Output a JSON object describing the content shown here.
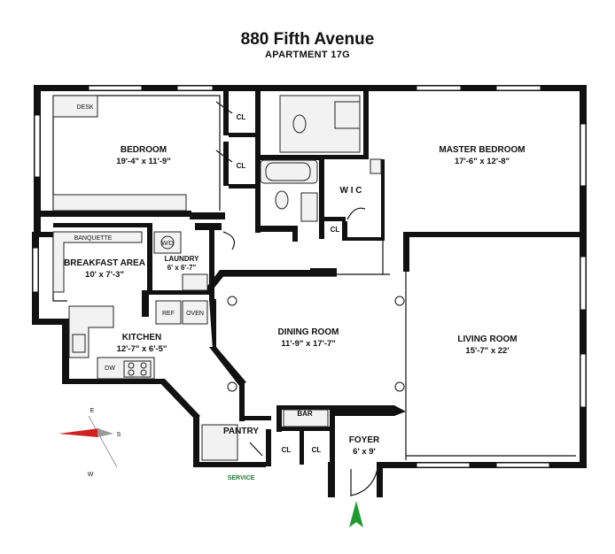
{
  "header": {
    "title": "880 Fifth Avenue",
    "subtitle": "APARTMENT 17G"
  },
  "rooms": {
    "bedroom": {
      "name": "BEDROOM",
      "dim": "19'-4\" x 11'-9\""
    },
    "master_bedroom": {
      "name": "MASTER BEDROOM",
      "dim": "17'-6\" x 12'-8\""
    },
    "breakfast_area": {
      "name": "BREAKFAST AREA",
      "dim": "10' x 7'-3\""
    },
    "laundry": {
      "name": "LAUNDRY",
      "dim": "6' x 6'-7\""
    },
    "kitchen": {
      "name": "KITCHEN",
      "dim": "12'-7\" x 6'-5\""
    },
    "dining_room": {
      "name": "DINING ROOM",
      "dim": "11'-9\" x 17'-7\""
    },
    "living_room": {
      "name": "LIVING ROOM",
      "dim": "15'-7\" x 22'"
    },
    "foyer": {
      "name": "FOYER",
      "dim": "6' x 9'"
    },
    "pantry": {
      "name": "PANTRY"
    },
    "bar": {
      "name": "BAR"
    },
    "wic": {
      "name": "W I C"
    }
  },
  "closets": {
    "cl1": "CL",
    "cl2": "CL",
    "cl3": "CL",
    "cl4": "CL",
    "cl5": "CL"
  },
  "fixtures": {
    "desk": "DESK",
    "banquette": "BANQUETTE",
    "wd": "W/D",
    "ref": "REF",
    "oven": "OVEN",
    "dw": "DW"
  },
  "service_label": "SERVICE",
  "compass": {
    "e": "E",
    "s": "S",
    "w": "W",
    "needle_color": "#d02020"
  },
  "north_arrow_color": "#1e9a2e"
}
